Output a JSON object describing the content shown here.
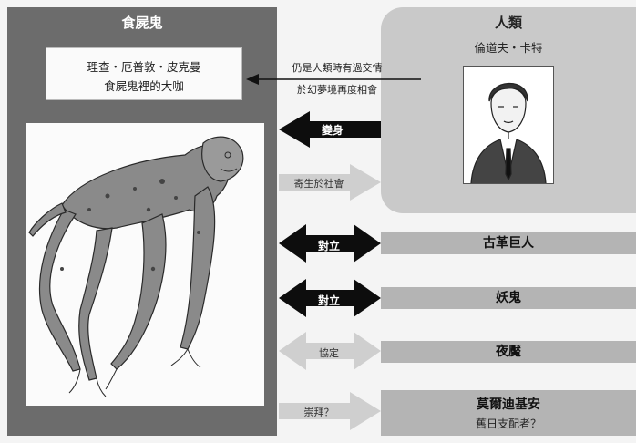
{
  "ghoul": {
    "title": "食屍鬼",
    "name": "理查・厄普敦・皮克曼",
    "desc": "食屍鬼裡的大咖"
  },
  "human": {
    "title": "人類",
    "name": "倫道夫・卡特"
  },
  "relation_top": {
    "line1": "仍是人類時有過交情",
    "line2": "於幻夢境再度相會"
  },
  "arrows": {
    "transform": "變身",
    "parasite": "寄生於社會",
    "oppose1": "對立",
    "oppose2": "對立",
    "pact": "協定",
    "worship": "崇拜？"
  },
  "bands": {
    "gug": "古革巨人",
    "ghast": "妖鬼",
    "nightgaunt": "夜魘",
    "mordiggian": "莫爾迪基安",
    "mordiggian_sub": "舊日支配者？"
  },
  "colors": {
    "dark_panel": "#6c6c6c",
    "light_panel": "#c9c9c9",
    "band": "#b4b4b4",
    "black_arrow": "#0d0d0d",
    "light_arrow": "#cfcfcf"
  }
}
